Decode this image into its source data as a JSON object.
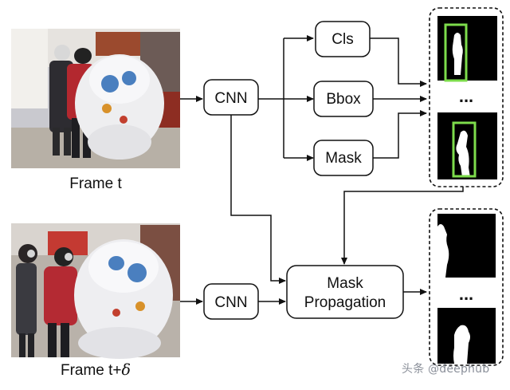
{
  "frames": {
    "top_label": "Frame t",
    "bottom_label_prefix": "Frame t+",
    "bottom_label_symbol": "δ"
  },
  "nodes": {
    "cnn_top": "CNN",
    "cnn_bottom": "CNN",
    "cls": "Cls",
    "bbox": "Bbox",
    "mask": "Mask",
    "mask_propagation_line1": "Mask",
    "mask_propagation_line2": "Propagation"
  },
  "outputs": {
    "top_ellipsis": "...",
    "bottom_ellipsis": "..."
  },
  "watermark": "头条 @deephub",
  "colors": {
    "box_border": "#111111",
    "arrow": "#111111",
    "bbox_highlight": "#7ddc4b",
    "mask_bg": "#000000",
    "mask_fg": "#ffffff"
  }
}
